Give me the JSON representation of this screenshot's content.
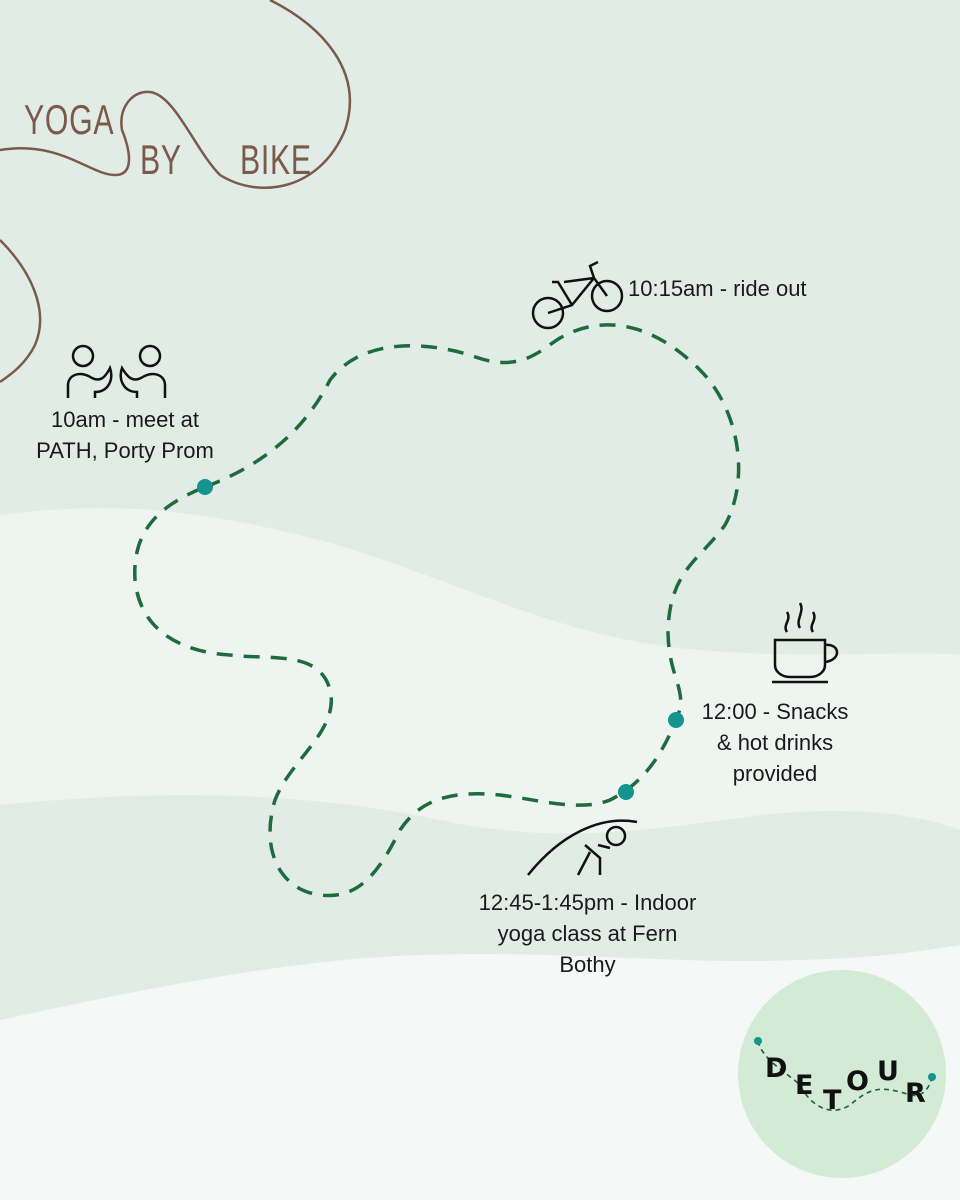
{
  "title": {
    "word1": "YOGA",
    "word2": "BY",
    "word3": "BIKE"
  },
  "stops": [
    {
      "icon": "people-meeting-icon",
      "lines": [
        "10am - meet at",
        "PATH, Porty Prom"
      ]
    },
    {
      "icon": "bicycle-icon",
      "lines": [
        "10:15am - ride out"
      ]
    },
    {
      "icon": "coffee-cup-icon",
      "lines": [
        "12:00  - Snacks",
        "& hot drinks",
        "provided"
      ]
    },
    {
      "icon": "yoga-pose-icon",
      "lines": [
        "12:45-1:45pm - Indoor",
        "yoga class at Fern",
        "Bothy"
      ]
    }
  ],
  "logo": {
    "letters": [
      "D",
      "E",
      "T",
      "O",
      "U",
      "R"
    ]
  },
  "colors": {
    "route": "#1e6b3c",
    "dot": "#14938f",
    "title": "#7a5a4a",
    "logo_bg": "#d3ead5"
  }
}
